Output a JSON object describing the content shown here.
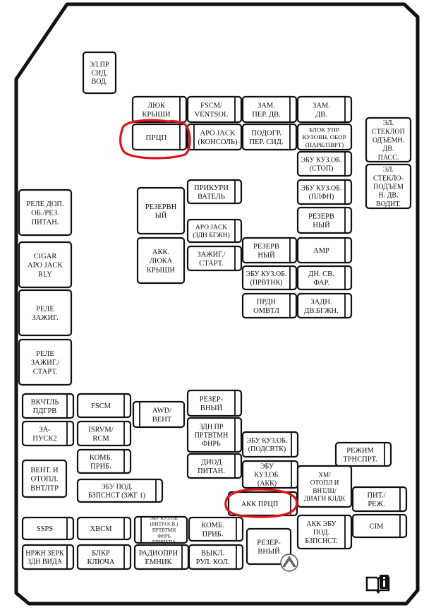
{
  "boxes": [
    {
      "id": "el-pr-sid-vod",
      "lines": [
        "ЭЛ.ПР.",
        "СИД.",
        "ВОД."
      ]
    },
    {
      "id": "lyuk-kryshi",
      "lines": [
        "ЛЮК",
        "КРЫШИ"
      ]
    },
    {
      "id": "fscm-ventsol",
      "lines": [
        "FSCM/",
        "VENTSOL"
      ]
    },
    {
      "id": "zam-per-dv",
      "lines": [
        "ЗАМ.",
        "ПЕР. ДВ."
      ]
    },
    {
      "id": "zam-dv",
      "lines": [
        "ЗАМ.",
        "ДВ."
      ]
    },
    {
      "id": "el-steklop-pass",
      "lines": [
        "ЭЛ.",
        "СТЕКЛОП",
        "ОДЪЕМН.",
        "ДВ.",
        "ПАСС."
      ]
    },
    {
      "id": "prcp-top",
      "lines": [
        "ПРЦП"
      ]
    },
    {
      "id": "aro-jack-konsol",
      "lines": [
        "АРО JACK",
        "(КОНСОЛЬ)"
      ]
    },
    {
      "id": "podogr-per-sid",
      "lines": [
        "ПОДОГР.",
        "ПЕР. СИД."
      ]
    },
    {
      "id": "blok-upr",
      "lines": [
        "БЛОК УПР.",
        "КУЗОВН. ОБОР.",
        "(ПАРК/ПВРТ)"
      ]
    },
    {
      "id": "ebu-kuz-stop",
      "lines": [
        "ЭБУ КУЗ.ОБ.",
        "(СТОП)"
      ]
    },
    {
      "id": "el-steklo-vodit",
      "lines": [
        "ЭЛ.",
        "СТЕКЛО-",
        "ПОДЪЕМ",
        "Н. ДВ.",
        "ВОДИТ."
      ]
    },
    {
      "id": "rele-dop",
      "lines": [
        "РЕЛЕ ДОП.",
        "ОБ./РЕЗ.",
        "ПИТАН."
      ]
    },
    {
      "id": "prikurivatel",
      "lines": [
        "ПРИКУРИ",
        "ВАТЕЛЬ"
      ]
    },
    {
      "id": "ebu-kuz-plfn",
      "lines": [
        "ЭБУ КУЗ.ОБ.",
        "(ПЛФН)"
      ]
    },
    {
      "id": "rezervny-left",
      "lines": [
        "РЕЗЕРВН",
        "ЫЙ"
      ]
    },
    {
      "id": "rezervny-right1",
      "lines": [
        "РЕЗЕРВ",
        "НЫЙ"
      ]
    },
    {
      "id": "aro-jack-zdn",
      "lines": [
        "АРО JACK",
        "(ЗДН БГЖН)"
      ]
    },
    {
      "id": "cigar-apo-jack",
      "lines": [
        "CIGAR",
        "APO JACK",
        "RLY"
      ]
    },
    {
      "id": "akk-lyuka-kryshi",
      "lines": [
        "АКК.",
        "ЛЮКА",
        "КРЫШИ"
      ]
    },
    {
      "id": "rezervny-mid",
      "lines": [
        "РЕЗЕРВ",
        "НЫЙ"
      ]
    },
    {
      "id": "amp",
      "lines": [
        "AMP"
      ]
    },
    {
      "id": "zazhig-start-mid",
      "lines": [
        "ЗАЖИГ./",
        "СТАРТ."
      ]
    },
    {
      "id": "ebu-kuz-prvtnk",
      "lines": [
        "ЭБУ КУЗ.ОБ.",
        "(ПРВТНК)"
      ]
    },
    {
      "id": "dn-sv-far",
      "lines": [
        "ДН. СВ.",
        "ФАР."
      ]
    },
    {
      "id": "rele-zazhig",
      "lines": [
        "РЕЛЕ",
        "ЗАЖИГ."
      ]
    },
    {
      "id": "prdn-omvtl",
      "lines": [
        "ПРДН",
        "ОМВТЛ"
      ]
    },
    {
      "id": "zadn-dv-bgzhn",
      "lines": [
        "ЗАДН.",
        "ДВ.БГЖН."
      ]
    },
    {
      "id": "rele-zazhig-start",
      "lines": [
        "РЕЛЕ",
        "ЗАЖИГ./",
        "СТАРТ."
      ]
    },
    {
      "id": "vkchtl-pdgrv",
      "lines": [
        "ВКЧТЛЬ",
        "ПДГРВ"
      ]
    },
    {
      "id": "fscm",
      "lines": [
        "FSCM"
      ]
    },
    {
      "id": "rezervny-low",
      "lines": [
        "РЕЗЕР-",
        "ВНЫЙ"
      ]
    },
    {
      "id": "awd-vent",
      "lines": [
        "AWD/",
        "ВЕНТ"
      ]
    },
    {
      "id": "za-pusk2",
      "lines": [
        "ЗА-",
        "ПУСК2"
      ]
    },
    {
      "id": "isrvm-rcm",
      "lines": [
        "ISRVM/",
        "RCM"
      ]
    },
    {
      "id": "zdn-pr-prtvtmn",
      "lines": [
        "ЗДН ПР",
        "ПРТВТМН",
        "ФНРЬ"
      ]
    },
    {
      "id": "ebu-kuz-podsvtk",
      "lines": [
        "ЭБУ КУЗ.ОБ.",
        "(ПОДСВТК)"
      ]
    },
    {
      "id": "rezhim-trnsprt",
      "lines": [
        "РЕЖИМ",
        "ТРНСПРТ."
      ]
    },
    {
      "id": "komb-prib-1",
      "lines": [
        "КОМБ.",
        "ПРИБ."
      ]
    },
    {
      "id": "vent-otopl",
      "lines": [
        "ВЕНТ. И",
        "ОТОПЛ.",
        "ВНТЛТР"
      ]
    },
    {
      "id": "diod-pitan",
      "lines": [
        "ДИОД",
        "ПИТАН."
      ]
    },
    {
      "id": "ebu-kuz-akk",
      "lines": [
        "ЭБУ",
        "КУЗ.ОБ.",
        "(АКК)"
      ]
    },
    {
      "id": "xm-otopl",
      "lines": [
        "XM/",
        "ОТОПЛ И",
        "ВНТЛЦ/",
        "ДИАГН КЛДК"
      ]
    },
    {
      "id": "ebu-pod-bzpsnst",
      "lines": [
        "ЭБУ ПОД.",
        "БЗПСНСТ (ЗЖГ 1)"
      ]
    },
    {
      "id": "akk-prcp",
      "lines": [
        "АКК ПРЦП"
      ]
    },
    {
      "id": "pit-rezh",
      "lines": [
        "ПИТ./",
        "РЕЖ."
      ]
    },
    {
      "id": "ssps",
      "lines": [
        "SSPS"
      ]
    },
    {
      "id": "xbcm",
      "lines": [
        "XBCM"
      ]
    },
    {
      "id": "ebu-kuz-vntr",
      "lines": [
        "ЭБУ КУЗ.ОБ.",
        "(ВНТР.ОСВ.)",
        "ПРТВТМН",
        "ФНРЬ",
        "ПРИЦЕПА"
      ]
    },
    {
      "id": "komb-prib-2",
      "lines": [
        "КОМБ.",
        "ПРИБ."
      ]
    },
    {
      "id": "rezervny-bottom",
      "lines": [
        "РЕЗЕР-",
        "ВНЫЙ"
      ]
    },
    {
      "id": "akk-ebu-pod",
      "lines": [
        "АКК ЭБУ",
        "ПОД.",
        "БЗПСНСТ."
      ]
    },
    {
      "id": "cim",
      "lines": [
        "CIM"
      ]
    },
    {
      "id": "nrzhn-zerk",
      "lines": [
        "НРЖН ЗЕРК",
        "ЗДН ВИДА"
      ]
    },
    {
      "id": "blkr-klyucha",
      "lines": [
        "БЛКР",
        "КЛЮЧА"
      ]
    },
    {
      "id": "radiopriemnik",
      "lines": [
        "РАДИОПРИ",
        "ЕМНИК"
      ]
    },
    {
      "id": "vykl-rul-kol",
      "lines": [
        "ВЫКЛ.",
        "РУЛ. КОЛ."
      ]
    }
  ],
  "highlighted": [
    "prcp-top",
    "akk-prcp"
  ],
  "colors": {
    "outline": "#111111",
    "highlight": "#e0121b",
    "background": "#ffffff"
  },
  "icons": [
    "manual-book-icon",
    "watermark-logo-icon"
  ]
}
